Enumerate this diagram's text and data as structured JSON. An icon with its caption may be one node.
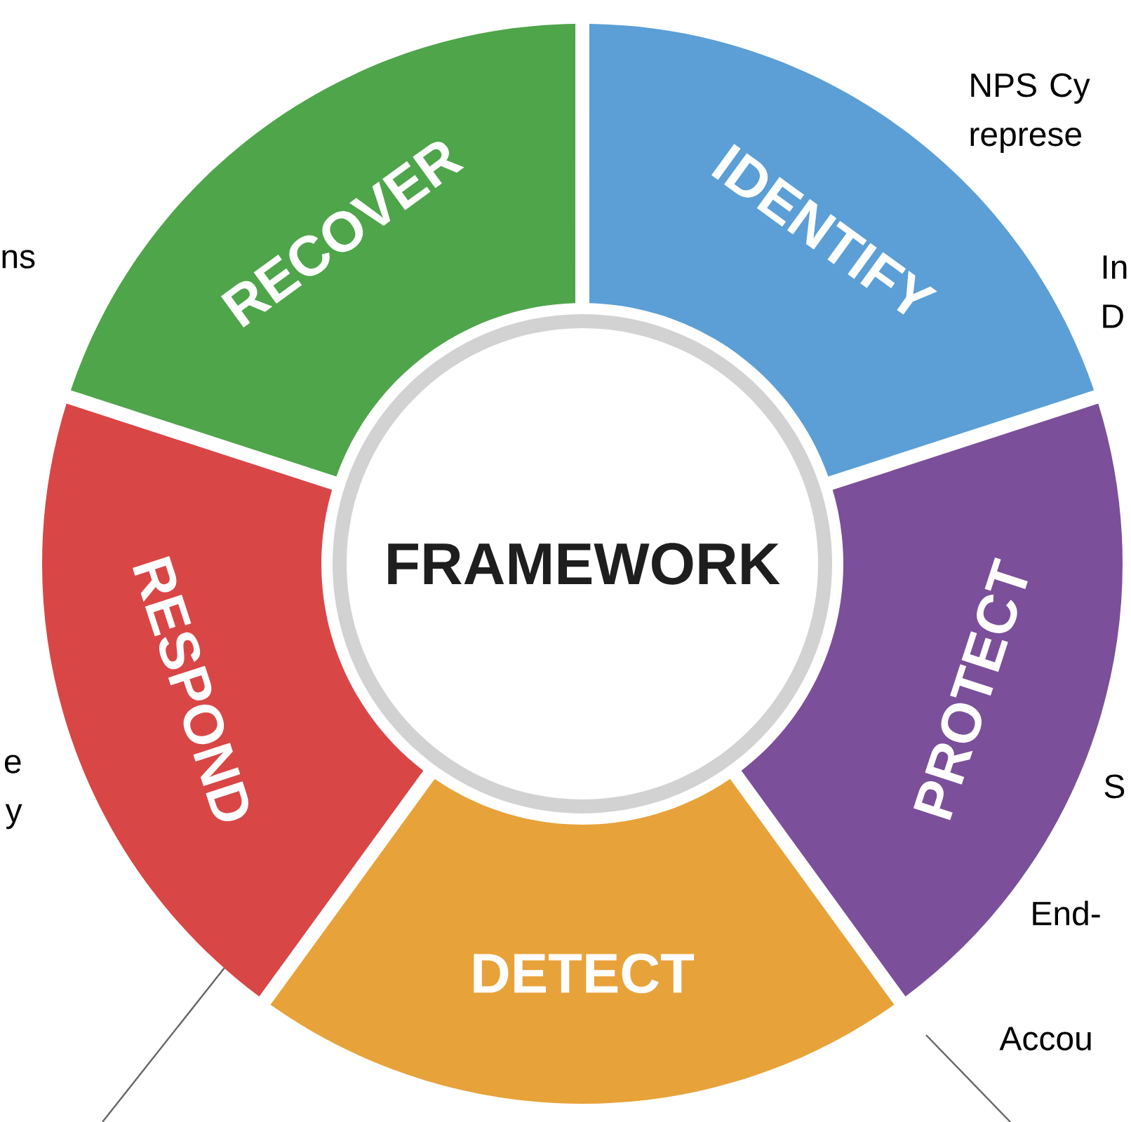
{
  "diagram": {
    "nodes": [
      {
        "text": [
          "RECOVER"
        ]
      },
      {
        "text": [
          "IDENTIFY"
        ]
      },
      {
        "text": [
          "RESPOND"
        ]
      },
      {
        "text": [
          "FRAMEWORK"
        ]
      },
      {
        "text": [
          "PROTECT"
        ]
      },
      {
        "text": [
          "DETECT"
        ]
      }
    ],
    "labels": [
      "NPS Cy represe",
      "ns",
      "In D",
      "e y",
      "S",
      "End-",
      "Accou"
    ]
  }
}
